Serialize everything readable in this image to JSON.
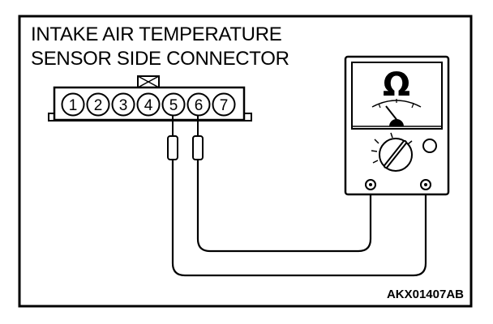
{
  "title_lines": [
    "INTAKE AIR TEMPERATURE",
    "SENSOR SIDE CONNECTOR"
  ],
  "connector": {
    "pins": [
      "1",
      "2",
      "3",
      "4",
      "5",
      "6",
      "7"
    ],
    "probed_pins": [
      "5",
      "6"
    ]
  },
  "ohmmeter": {
    "unit_symbol": "Ω",
    "icon": "ohmmeter-icon"
  },
  "figure_code": "AKX01407AB"
}
